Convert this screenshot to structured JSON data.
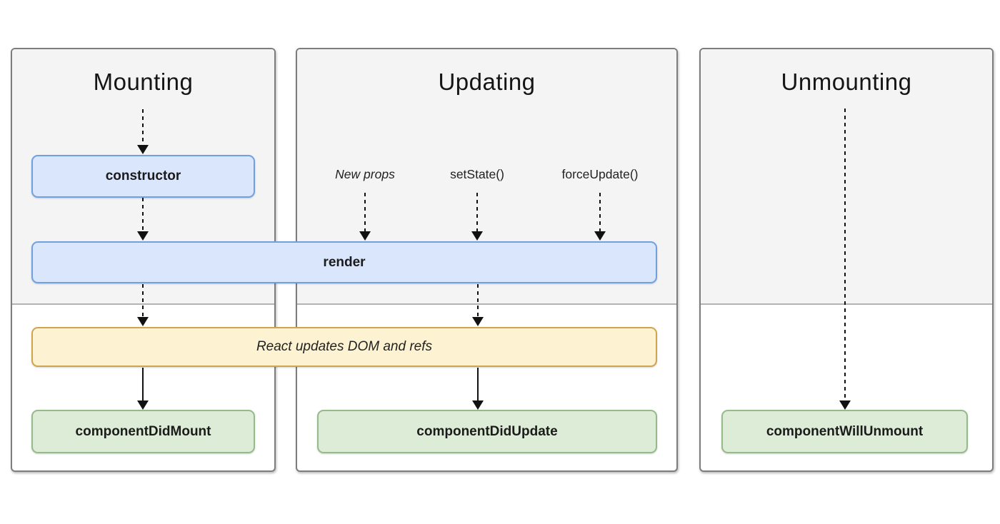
{
  "columns": [
    {
      "title": "Mounting"
    },
    {
      "title": "Updating",
      "triggers": [
        "New props",
        "setState()",
        "forceUpdate()"
      ]
    },
    {
      "title": "Unmounting"
    }
  ],
  "boxes": {
    "constructor": "constructor",
    "render": "render",
    "react_updates": "React updates DOM and refs",
    "component_did_mount": "componentDidMount",
    "component_did_update": "componentDidUpdate",
    "component_will_unmount": "componentWillUnmount"
  },
  "colors": {
    "render_phase_bg": "#f4f4f4",
    "commit_phase_bg": "#ffffff",
    "panel_border": "#7d7d7d",
    "phase_divider": "#b3b3b3",
    "method_box_fill": "#d9e6fc",
    "method_box_border": "#71a0e0",
    "side_effect_fill": "#fdf3d3",
    "side_effect_border": "#cfa54d",
    "commit_method_fill": "#ddecd6",
    "commit_method_border": "#94bb89",
    "arrow": "#111111"
  }
}
